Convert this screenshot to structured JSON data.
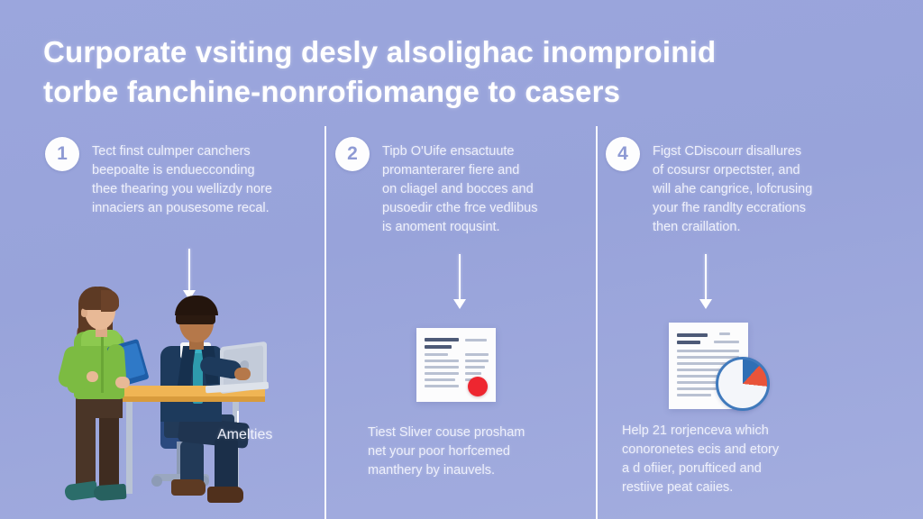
{
  "meta": {
    "background_color": "#9aa5dc",
    "accent_white": "#ffffff",
    "text_color": "#eef0fb",
    "badge_number_color": "#8e9ad4",
    "seal_color": "#ee2630",
    "pie_blue": "#2f6fb5",
    "pie_orange": "#e8543a",
    "desk_color": "#f0b554",
    "blouse_green": "#7cbb42",
    "suit_navy": "#1d3a5c",
    "tie_teal": "#2e9aad"
  },
  "title": {
    "line1": "Curporate vsiting desly alsolighac inomproinid",
    "line2": "torbe fanchine-nonrofiomange to casers"
  },
  "columns": [
    {
      "number": "1",
      "paragraph": [
        "Tect finst culmper canchers",
        "beepoalte is enduecconding",
        "thee thearing you wellizdy nore",
        "innaciers an pousesome recal."
      ],
      "arrow": "down-arrow",
      "graphic": "office-people-illustration",
      "caption": [
        "Amelties"
      ]
    },
    {
      "number": "2",
      "paragraph": [
        "Tipb O'Uife ensactuute",
        "promanterarer fiere and",
        "on cliagel and bocces and",
        "pusoedir cthe frce vedlibus",
        "is anoment roqusint."
      ],
      "arrow": "down-arrow",
      "graphic": "document-with-seal",
      "caption": [
        "Tiest Sliver couse prosham",
        "net your poor horfcemed",
        "manthery by inauvels."
      ]
    },
    {
      "number": "4",
      "paragraph": [
        "Figst CDiscourr disallures",
        "of cosursr orpectster, and",
        "will ahe cangrice, lofcrusing",
        "your fhe randlty eccrations",
        "then craillation."
      ],
      "arrow": "down-arrow",
      "graphic": "document-with-pie-chart",
      "caption": [
        "Help 21 rorjenceva which",
        "conoronetes ecis and etory",
        "a d ofiier, porufticed and",
        "restiive peat caiies."
      ]
    }
  ]
}
